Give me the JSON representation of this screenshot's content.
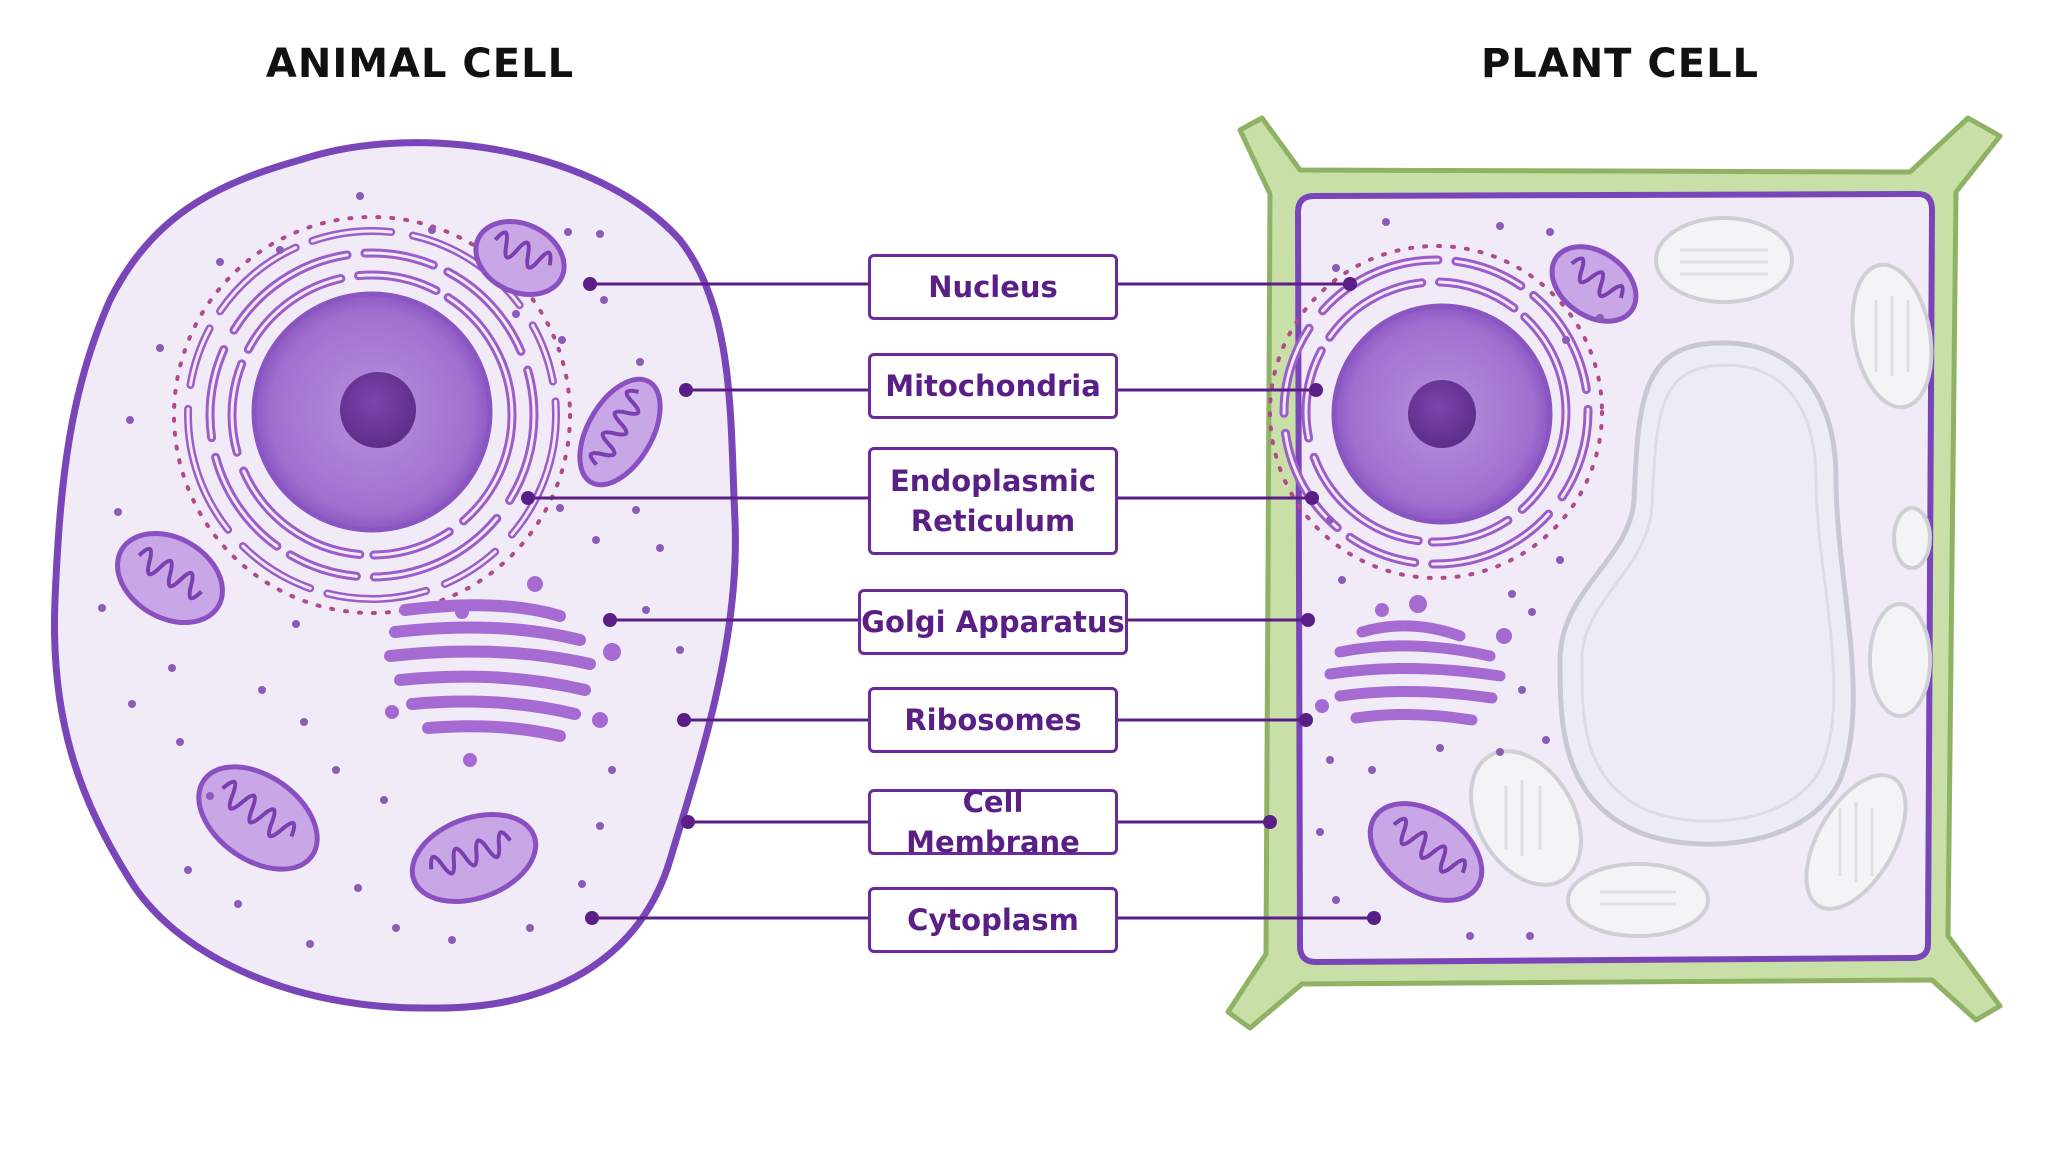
{
  "titles": {
    "animal": "ANIMAL CELL",
    "plant": "PLANT CELL"
  },
  "labels": [
    {
      "id": "nucleus",
      "text": "Nucleus"
    },
    {
      "id": "mitochondria",
      "text": "Mitochondria"
    },
    {
      "id": "er",
      "text": "Endoplasmic Reticulum"
    },
    {
      "id": "golgi",
      "text": "Golgi Apparatus"
    },
    {
      "id": "ribosomes",
      "text": "Ribosomes"
    },
    {
      "id": "membrane",
      "text": "Cell Membrane"
    },
    {
      "id": "cytoplasm",
      "text": "Cytoplasm"
    }
  ],
  "colors": {
    "membrane": "#7a45b8",
    "cytoplasm": "#f1ebf8",
    "nucleus": "#a06fd0",
    "nucleolus": "#6a3597",
    "organelle": "#9c5cc9",
    "cell_wall": "#c9dfa8",
    "cell_wall_edge": "#8fb265",
    "vacuole": "#ececf4",
    "chloroplast_ghost": "#d8d8dc",
    "leader": "#5a1f86"
  }
}
